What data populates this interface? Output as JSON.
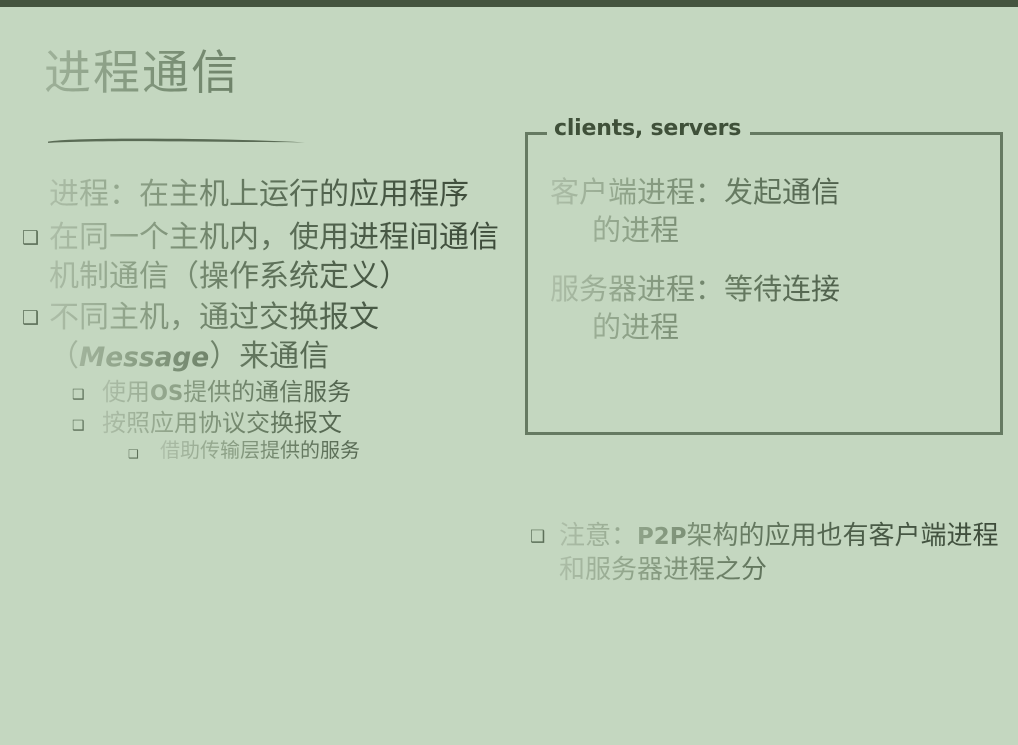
{
  "slide": {
    "title": "进程通信",
    "bullet_glyph": "❑",
    "left_column": [
      {
        "level": 0,
        "text": "进程：在主机上运行的应用程序"
      },
      {
        "level": 1,
        "text": "在同一个主机内，使用进程间通信机制通信（操作系统定义）"
      },
      {
        "level": 1,
        "text_parts": [
          "不同主机，通过交换报文（",
          "Message",
          "）来通信"
        ],
        "text": "不同主机，通过交换报文（Message）来通信"
      },
      {
        "level": 2,
        "text_parts": [
          "使用",
          "OS",
          "提供的通信服务"
        ],
        "text": "使用OS提供的通信服务"
      },
      {
        "level": 2,
        "text": "按照应用协议交换报文"
      },
      {
        "level": 3,
        "text": "借助传输层提供的服务"
      }
    ],
    "group_box": {
      "label": "clients, servers",
      "lines": [
        {
          "head": "客户端进程：发起通信",
          "cont": "的进程"
        },
        {
          "head": "服务器进程：等待连接",
          "cont": "的进程"
        }
      ]
    },
    "right_note": {
      "level": 1,
      "text_parts": [
        "注意：",
        "P2P",
        "架构的应用也有客户端进程和服务器进程之分"
      ],
      "text": "注意：P2P架构的应用也有客户端进程和服务器进程之分"
    },
    "colors": {
      "background": "#c4d7c0",
      "top_bar": "#45543f",
      "box_border": "#667a62",
      "label_text": "#3f5039",
      "body_text_light": "#a3b79d",
      "body_text_dark": "#3c4a39",
      "underline_stroke": "#5a6b55"
    }
  }
}
